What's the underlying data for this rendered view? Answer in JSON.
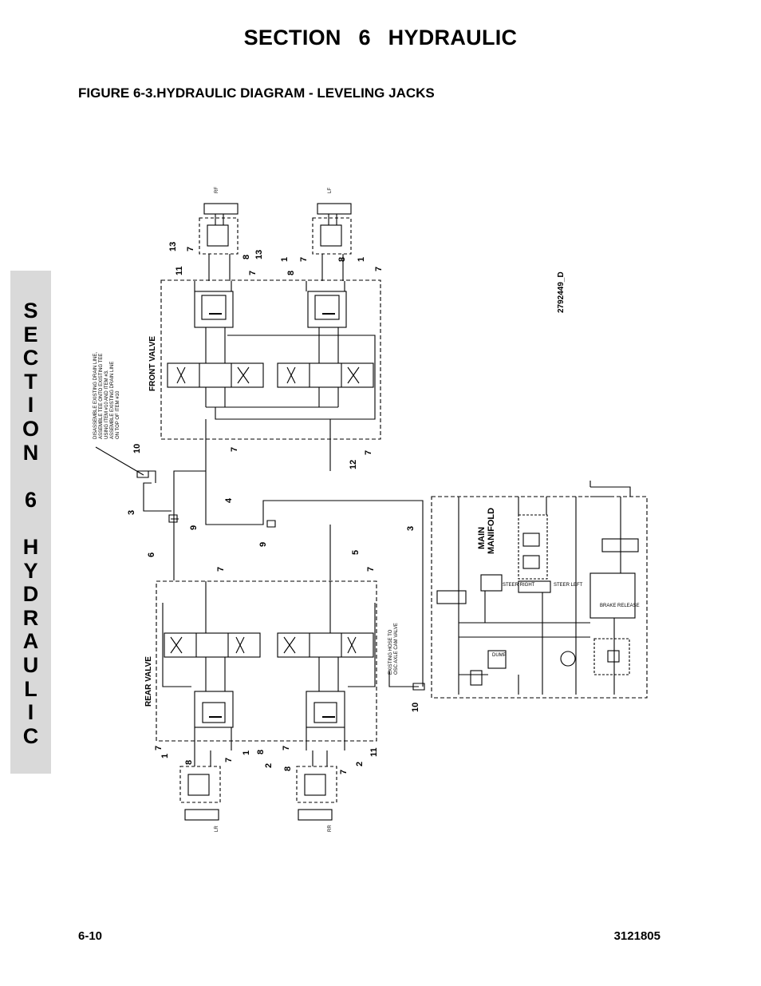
{
  "header": {
    "section_title": "SECTION 6    HYDRAULIC"
  },
  "figure": {
    "title": "FIGURE 6-3.HYDRAULIC DIAGRAM - LEVELING JACKS"
  },
  "side_tab": {
    "letters": [
      "S",
      "E",
      "C",
      "T",
      "I",
      "O",
      "N",
      "",
      "6",
      "",
      "H",
      "Y",
      "D",
      "R",
      "A",
      "U",
      "L",
      "I",
      "C"
    ]
  },
  "diagram": {
    "drawing_number": "2792449_D",
    "labels": {
      "front_valve": "FRONT VALVE",
      "rear_valve": "REAR VALVE",
      "main_manifold_1": "MAIN",
      "main_manifold_2": "MANIFOLD",
      "rf": "RF",
      "lf": "LF",
      "lr": "LR",
      "rr": "RR",
      "note_lines": [
        "DISASSEMBLE EXISTING DRAIN LINE,",
        "ASSEMBLE TEE ONTO EXISTING TEE",
        "USING ITEM #10 AND ITEM #3.",
        "ASSEMBLE EXISTING DRAIN LINE",
        "ON TOP OF ITEM #10"
      ],
      "hose_note_lines": [
        "EXISTING HOSE TO",
        "OSC AXLE CAM VALVE"
      ],
      "steer_right": "STEER RIGHT",
      "steer_left": "STEER LEFT",
      "brake_release": "BRAKE RELEASE",
      "dump": "DUMP"
    },
    "callouts": {
      "rf_13a": "13",
      "rf_11": "11",
      "rf_7a": "7",
      "rf_8": "8",
      "rf_13b": "13",
      "rf_7b": "7",
      "lf_1a": "1",
      "lf_8a": "8",
      "lf_7a": "7",
      "lf_8b": "8",
      "lf_1b": "1",
      "lf_7b": "7",
      "fv_7a": "7",
      "fv_7b": "7",
      "fv_12": "12",
      "mid_4": "4",
      "tee_10a": "10",
      "tee_3a": "3",
      "tee_9a": "9",
      "mid_6": "6",
      "mid_9": "9",
      "mid_5": "5",
      "mid_3": "3",
      "rv_7a": "7",
      "rv_7b": "7",
      "lr_7": "7",
      "lr_1": "1",
      "lr_8": "8",
      "lr_7b": "7",
      "lr_1b": "1",
      "lr_8b": "8",
      "rr_7": "7",
      "rr_2": "2",
      "rr_8": "8",
      "rr_7b": "7",
      "rr_2b": "2",
      "rr_11": "11",
      "tee_10b": "10"
    }
  },
  "footer": {
    "page_number": "6-10",
    "doc_number": "3121805"
  }
}
